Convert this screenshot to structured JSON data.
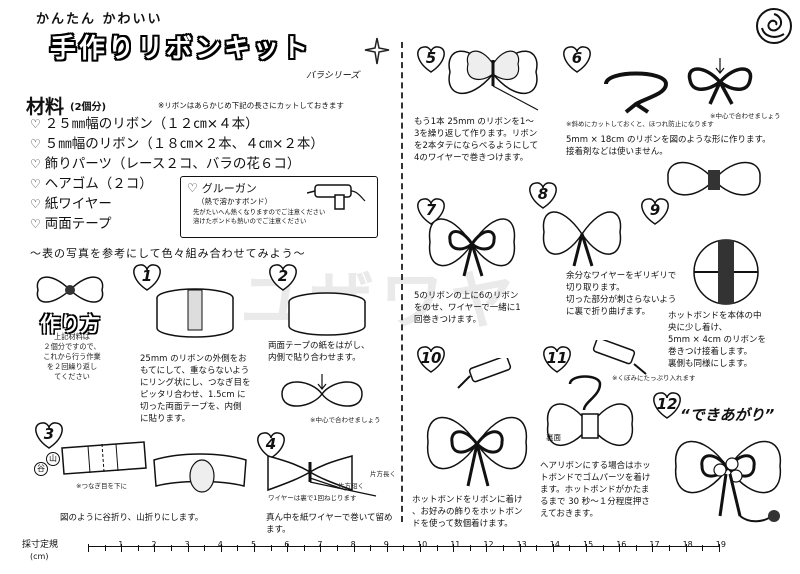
{
  "header": {
    "line1": "かんたん かわいい",
    "title": "手作りリボンキット",
    "series": "バラシリーズ"
  },
  "materials": {
    "heading": "材料",
    "qty": "(2個分)",
    "note": "※リボンはあらかじめ下記の長さにカットしておきます",
    "items": [
      "２５㎜幅のリボン（１２㎝×４本）",
      "５㎜幅のリボン（１８㎝×２本、４㎝×２本）",
      "飾りパーツ（レース２コ、バラの花６コ）",
      "ヘアゴム（２コ）",
      "紙ワイヤー",
      "両面テープ"
    ],
    "glue_label": "グルーガン",
    "glue_sub": "（熱で溶かすボンド）",
    "glue_warning": "先がたいへん熱くなりますのでご注意ください\n溶けたボンドも熱いのでご注意ください"
  },
  "banner": "〜表の写真を参考にして色々組み合わせてみよう〜",
  "howto": {
    "title": "作り方",
    "text": "上記材料は\n２個分ですので、\nこれから行う作業\nを２回繰り返し\nてください"
  },
  "steps": {
    "s1": {
      "num": "1",
      "text": "25mm のリボンの外側をお\nもてにして、重ならないよう\nにリング状にし、つなぎ目を\nピッタリ合わせ、1.5cm に\n切った両面テープを、内側\nに貼ります。"
    },
    "s2": {
      "num": "2",
      "text": "両面テープの紙をはがし、\n内側で貼り合わせます。",
      "note": "※中心で合わせましょう"
    },
    "s3": {
      "num": "3",
      "text": "図のように谷折り、山折りにします。",
      "note": "※つなぎ目を下に",
      "valley": "谷",
      "mountain": "山"
    },
    "s4": {
      "num": "4",
      "text": "真ん中を紙ワイヤーで巻いて留め\nます。",
      "note1": "ワイヤーは裏で1回ねじります",
      "note2": "片方短く",
      "note3": "片方長く"
    },
    "s5": {
      "num": "5",
      "text": "もう1本 25mm のリボンを1〜\n3を繰り返して作ります。リボン\nを2本タテにならべるようにして\n4のワイヤーで巻きつけます。"
    },
    "s6": {
      "num": "6",
      "text": "5mm × 18cm のリボンを図のような形に作ります。\n接着剤などは使いません。",
      "note1": "※斜めにカットしておくと、ほつれ防止になります",
      "note2": "※中心で合わせましょう"
    },
    "s7": {
      "num": "7",
      "text": "5のリボンの上に6のリボン\nをのせ、ワイヤーで一緒に1\n回巻きつけます。"
    },
    "s8": {
      "num": "8",
      "text": "余分なワイヤーをギリギリで\n切り取ります。\n切った部分が刺さらないよう\nに裏で折り曲げます。"
    },
    "s9": {
      "num": "9",
      "text": "ホットボンドを本体の中\n央に少し着け、\n5mm × 4cm のリボンを\n巻きつけ接着します。\n裏側も同様にします。"
    },
    "s10": {
      "num": "10",
      "text": "ホットボンドをリボンに着け\n、お好みの飾りをホットボン\nドを使って数個着けます。"
    },
    "s11": {
      "num": "11",
      "text": "ヘアリボンにする場合はホッ\nトボンドでゴムパーツを着け\nます。ホットボンドがかたま\nるまで 30 秒〜１分程度押さ\nえておきます。",
      "note": "※くぼみにたっぷり入れます",
      "back": "裏面"
    },
    "s12": {
      "num": "12",
      "text": "“できあがり”"
    }
  },
  "ruler": {
    "label": "採寸定規",
    "unit": "(cm)",
    "numbers": [
      "1",
      "2",
      "3",
      "4",
      "5",
      "6",
      "7",
      "8",
      "9",
      "10",
      "11",
      "12",
      "13",
      "14",
      "15",
      "16",
      "17",
      "18",
      "19"
    ]
  },
  "watermark": "ユザワヤ"
}
